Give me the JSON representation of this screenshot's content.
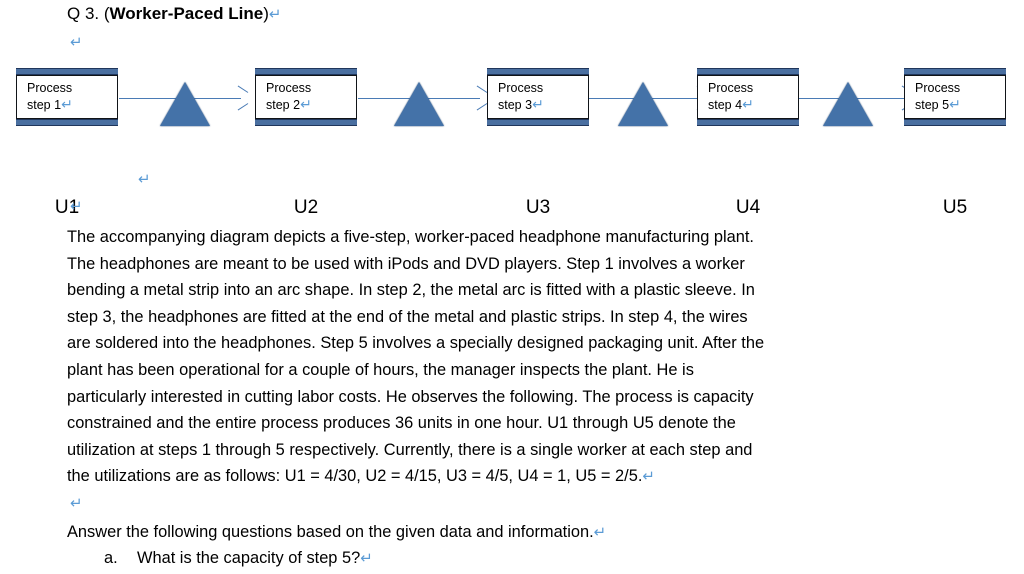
{
  "heading": {
    "prefix": "Q 3. (",
    "bold": "Worker-Paced Line",
    "suffix": ")",
    "pilcrow": "↵"
  },
  "marks": {
    "pilcrow": "↵"
  },
  "diagram": {
    "nodes": [
      {
        "line1": "Process",
        "line2": "step 1",
        "utilization_label": "U1"
      },
      {
        "line1": "Process",
        "line2": "step 2",
        "utilization_label": "U2"
      },
      {
        "line1": "Process",
        "line2": "step 3",
        "utilization_label": "U3"
      },
      {
        "line1": "Process",
        "line2": "step 4",
        "utilization_label": "U4"
      },
      {
        "line1": "Process",
        "line2": "step 5",
        "utilization_label": "U5"
      }
    ],
    "buffer_count": 4,
    "colors": {
      "box_bar": "#4A6FA0",
      "box_border": "#111418",
      "box_fill": "#FFFFFF",
      "triangle_fill": "#4472A8",
      "triangle_outline": "#24456F",
      "connector": "#4A7BB5",
      "pilcrow": "#5B9BD5"
    }
  },
  "body": {
    "lines": [
      "The accompanying diagram depicts a five-step, worker-paced headphone manufacturing plant.",
      "The headphones are meant to be used with iPods and DVD players. Step 1 involves a worker",
      "bending a metal strip into an arc shape. In step 2, the metal arc is fitted with a plastic sleeve. In",
      "step 3, the headphones are fitted at the end of the metal and plastic strips. In step 4, the wires",
      "are soldered into the headphones. Step 5 involves a specially designed packaging unit. After the",
      "plant has been operational for a couple of hours, the manager inspects the plant. He is",
      "particularly interested in cutting labor costs. He observes the following. The process is capacity",
      "constrained and the entire process produces 36 units in one hour. U1 through U5 denote the",
      "utilization at steps 1 through 5 respectively. Currently, there is a single worker at each step and",
      "the utilizations are as follows: U1 = 4/30, U2 = 4/15, U3 = 4/5, U4 = 1, U5 = 2/5."
    ],
    "utilizations": {
      "U1": "4/30",
      "U2": "4/15",
      "U3": "4/5",
      "U4": "1",
      "U5": "2/5"
    },
    "throughput_units_per_hour": 36,
    "num_steps": 5
  },
  "answer_section": {
    "intro": "Answer the following questions based on the given data and information.",
    "questions": [
      {
        "marker": "a.",
        "text": "What is the capacity of step 5?"
      }
    ]
  }
}
